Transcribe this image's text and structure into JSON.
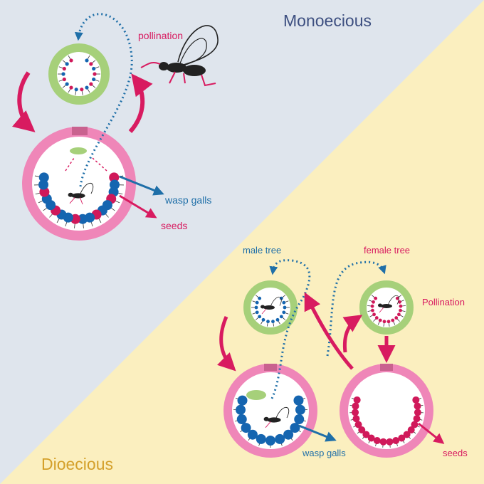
{
  "titles": {
    "monoecious": "Monoecious",
    "dioecious": "Dioecious"
  },
  "labels": {
    "pollination_top": "pollination",
    "wasp_galls_top": "wasp galls",
    "seeds_top": "seeds",
    "male_tree": "male tree",
    "female_tree": "female tree",
    "pollination_bottom": "Pollination",
    "wasp_galls_bottom": "wasp galls",
    "seeds_bottom": "seeds"
  },
  "colors": {
    "background_top": "#dfe5ed",
    "background_bottom": "#fbefbf",
    "monoecious_title": "#3d4f80",
    "dioecious_title": "#d4a02a",
    "pink_label": "#d81b60",
    "blue_label": "#1f6fa8",
    "fig_wall_pink": "#ef86b8",
    "fig_wall_green": "#a6d07a",
    "seed_red": "#d0195a",
    "gall_blue": "#1565b0",
    "wasp_black": "#222222",
    "arrow_pink": "#d81b60",
    "path_blue": "#1f6fa8"
  }
}
